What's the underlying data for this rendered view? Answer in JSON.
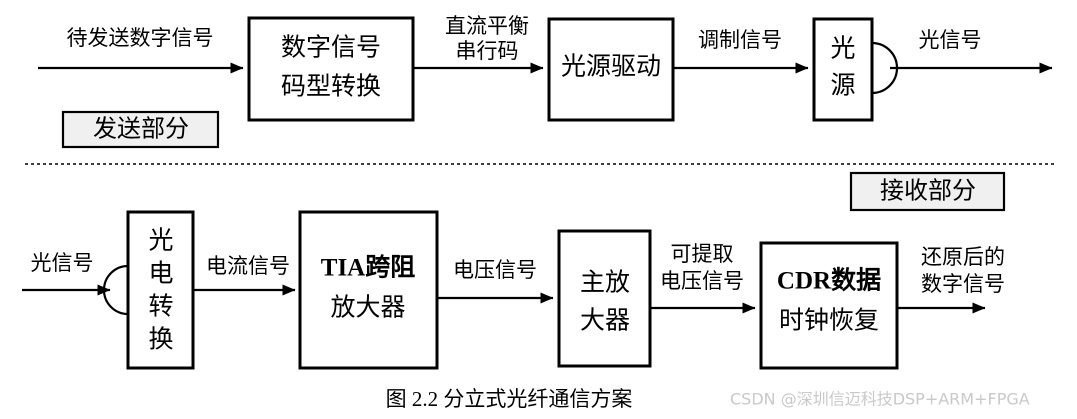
{
  "figure": {
    "caption": "图 2.2  分立式光纤通信方案",
    "watermark": "CSDN @深圳信迈科技DSP+ARM+FPGA",
    "colors": {
      "stroke": "#000000",
      "background": "#ffffff",
      "section_fill": "#f0f0f0",
      "watermark": "#c9c9c9"
    }
  },
  "sections": {
    "transmit": {
      "label": "发送部分"
    },
    "receive": {
      "label": "接收部分"
    }
  },
  "transmit_chain": {
    "blocks": [
      {
        "id": "code-converter",
        "line1": "数字信号",
        "line2": "码型转换"
      },
      {
        "id": "source-driver",
        "line1": "光源驱动",
        "line2": ""
      },
      {
        "id": "light-source",
        "char1": "光",
        "char2": "源"
      }
    ],
    "signals": [
      {
        "id": "input-digital",
        "line1": "待发送数字信号",
        "line2": ""
      },
      {
        "id": "dc-balanced",
        "line1": "直流平衡",
        "line2": "串行码"
      },
      {
        "id": "modulated",
        "line1": "调制信号",
        "line2": ""
      },
      {
        "id": "optical-out",
        "line1": "光信号",
        "line2": ""
      }
    ]
  },
  "receive_chain": {
    "blocks": [
      {
        "id": "oe-converter",
        "char1": "光",
        "char2": "电",
        "char3": "转",
        "char4": "换"
      },
      {
        "id": "tia",
        "line1": "TIA跨阻",
        "line2": "放大器"
      },
      {
        "id": "main-amp",
        "line1": "主放",
        "line2": "大器"
      },
      {
        "id": "cdr",
        "line1": "CDR数据",
        "line2": "时钟恢复"
      }
    ],
    "signals": [
      {
        "id": "optical-in",
        "line1": "光信号",
        "line2": ""
      },
      {
        "id": "current-signal",
        "line1": "电流信号",
        "line2": ""
      },
      {
        "id": "voltage-signal",
        "line1": "电压信号",
        "line2": ""
      },
      {
        "id": "extractable-voltage",
        "line1": "可提取",
        "line2": "电压信号"
      },
      {
        "id": "recovered-digital",
        "line1": "还原后的",
        "line2": "数字信号"
      }
    ]
  }
}
